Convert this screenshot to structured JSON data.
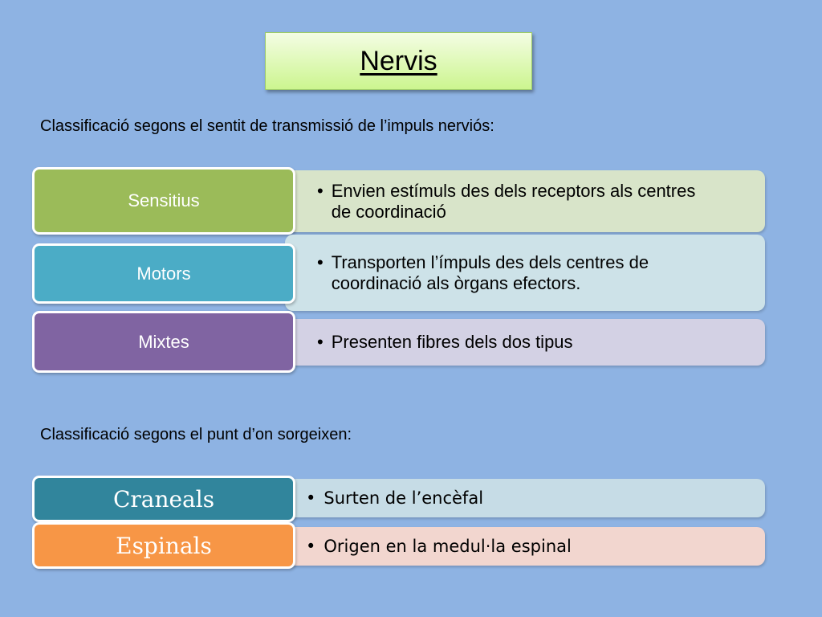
{
  "title": "Nervis",
  "section1": {
    "heading": "Classificació segons el sentit de transmissió de l’impuls nerviós:",
    "items": [
      {
        "label": "Sensitius",
        "text": "Envien estímuls des dels receptors als centres de coordinació"
      },
      {
        "label": "Motors",
        "text": "Transporten l’ímpuls des dels centres de coordinació als òrgans efectors."
      },
      {
        "label": "Mixtes",
        "text": "Presenten fibres dels dos tipus"
      }
    ]
  },
  "section2": {
    "heading": "Classificació segons el punt d’on sorgeixen:",
    "items": [
      {
        "label": "Craneals",
        "text": "Surten de l’encèfal"
      },
      {
        "label": "Espinals",
        "text": "Origen en la medul·la espinal"
      }
    ]
  },
  "bullet": "•",
  "colors": {
    "background": "#8eb3e3",
    "sensitius": "#9bbb59",
    "sensitius_desc": "#d8e4c9",
    "motors": "#4bacc6",
    "motors_desc": "#cde2e8",
    "mixtes": "#8064a2",
    "mixtes_desc": "#d3d1e4",
    "craneals": "#31859c",
    "craneals_desc": "#c6dce6",
    "espinals": "#f79646",
    "espinals_desc": "#f2d6cf"
  }
}
